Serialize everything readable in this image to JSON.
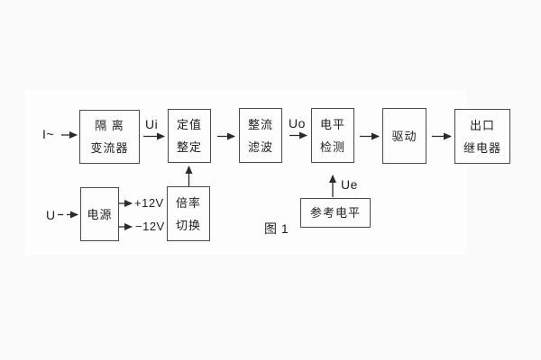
{
  "figure": {
    "caption": "图 1"
  },
  "blocks": {
    "isolation_transformer": {
      "line1": "隔 离",
      "line2": "变流器"
    },
    "setpoint_adjust": {
      "line1": "定值",
      "line2": "整定"
    },
    "rectifier_filter": {
      "line1": "整流",
      "line2": "滤波"
    },
    "level_detector": {
      "line1": "电平",
      "line2": "检测"
    },
    "driver": {
      "line1": "驱动"
    },
    "output_relay": {
      "line1": "出口",
      "line2": "继电器"
    },
    "power_supply": {
      "line1": "电源"
    },
    "ratio_switch": {
      "line1": "倍率",
      "line2": "切换"
    },
    "reference_level": {
      "line1": "参考电平"
    }
  },
  "labels": {
    "current_input": "I~",
    "voltage_input": "U",
    "ui": "Ui",
    "uo": "Uo",
    "ue": "Ue",
    "plus_12v": "+12V",
    "minus_12v": "−12V"
  },
  "colors": {
    "page_background": "#fafafa",
    "panel_background": "#fdfdfd",
    "box_border": "#4a4a4a",
    "wire": "#2a2a2a",
    "text": "#1f1f1f"
  }
}
